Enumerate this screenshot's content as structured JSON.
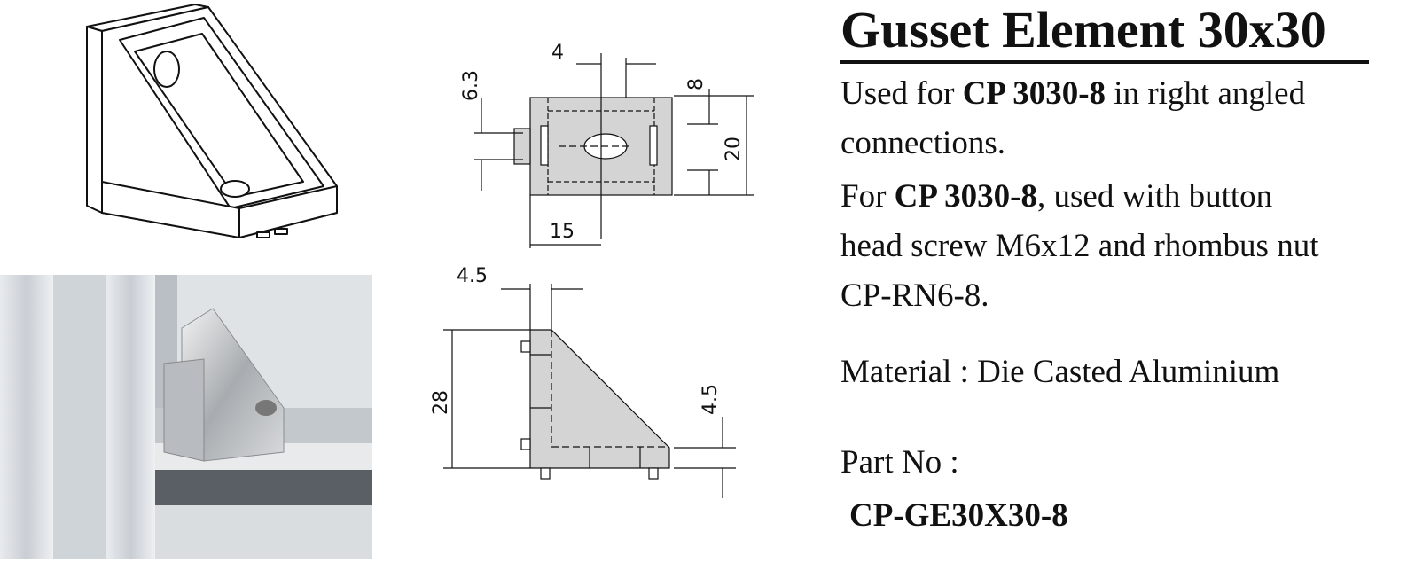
{
  "title": "Gusset  Element 30x30",
  "description_1": {
    "prefix": "Used for ",
    "bold": "CP 3030-8",
    "suffix_line1": " in right angled",
    "line2": "connections."
  },
  "description_2": {
    "prefix": "For ",
    "bold": "CP 3030-8",
    "suffix_line1": ", used with button",
    "line2": "head screw M6x12 and rhombus nut",
    "line3": "CP-RN6-8."
  },
  "material": "Material : Die Casted Aluminium",
  "part_no_label": "Part No :",
  "part_no_value": "CP-GE30X30-8",
  "dimensions_top": {
    "d1": "4",
    "d2": "6.3",
    "d3": "8",
    "d4": "20",
    "d5": "15"
  },
  "dimensions_side": {
    "d1": "4.5",
    "d2": "28",
    "d3": "4.5"
  },
  "colors": {
    "part_fill": "#d4d4d4",
    "line": "#111111"
  }
}
